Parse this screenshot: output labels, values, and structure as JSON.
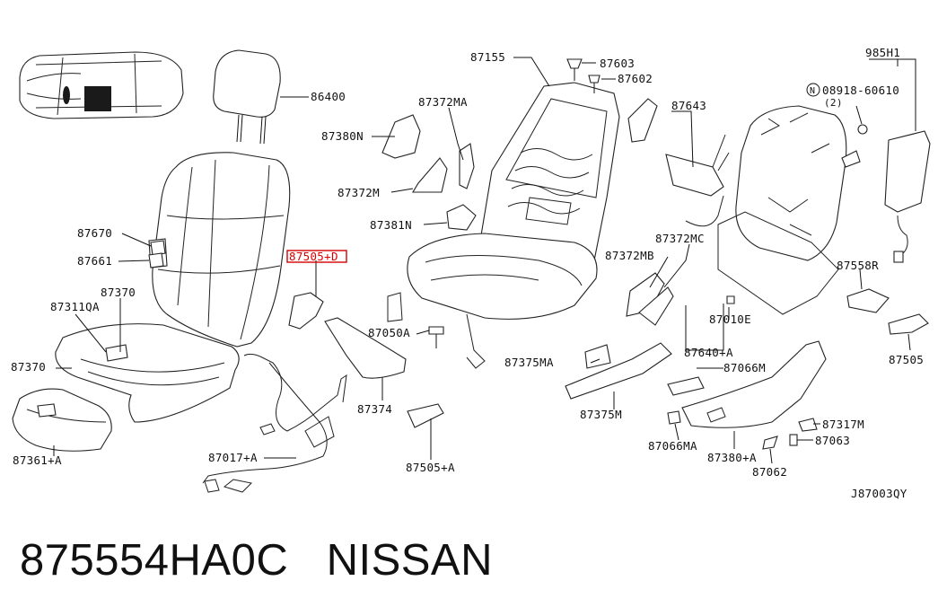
{
  "labels": {
    "l86400": "86400",
    "l87155": "87155",
    "l87603": "87603",
    "l87602": "87602",
    "l985H1": "985H1",
    "l08918": "08918-60610",
    "l08918_qty": "(2)",
    "l08918_prefix": "N",
    "l87372MA": "87372MA",
    "l87380N": "87380N",
    "l87643": "87643",
    "l87372M": "87372M",
    "l87381N": "87381N",
    "l87670": "87670",
    "l87661": "87661",
    "l87505D": "87505+D",
    "l87372MC": "87372MC",
    "l87372MB": "87372MB",
    "l87558R": "87558R",
    "l87370a": "87370",
    "l87311QA": "87311QA",
    "l87050A": "87050A",
    "l87010E": "87010E",
    "l87505": "87505",
    "l87370b": "87370",
    "l87640A": "87640+A",
    "l87375MA": "87375MA",
    "l87066M": "87066M",
    "l87374": "87374",
    "l87375M": "87375M",
    "l87361A": "87361+A",
    "l87317M": "87317M",
    "l87063": "87063",
    "l87066MA": "87066MA",
    "l87505A": "87505+A",
    "l87017A": "87017+A",
    "l87380A": "87380+A",
    "l87062": "87062",
    "diagram_code": "J87003QY"
  },
  "highlight_color": "#d40000",
  "caption": {
    "part_number": "875554HA0C",
    "brand": "NISSAN"
  }
}
